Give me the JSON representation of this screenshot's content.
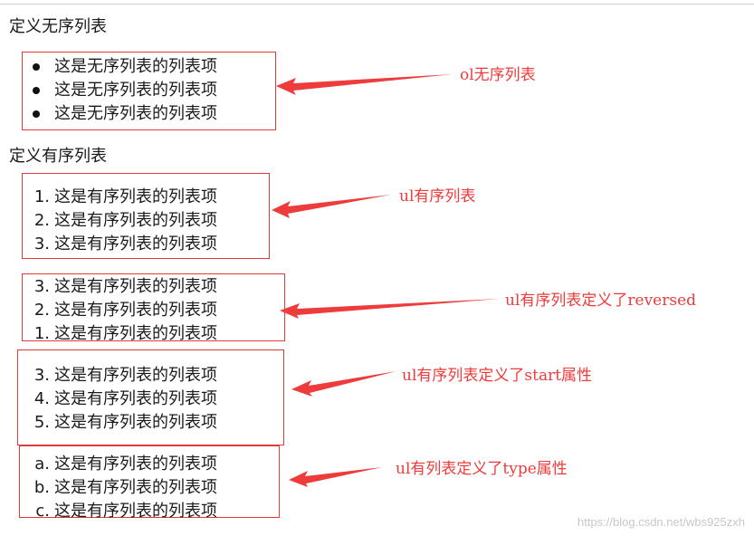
{
  "headings": {
    "unordered": "定义无序列表",
    "ordered": "定义有序列表"
  },
  "lists": [
    {
      "items": [
        {
          "marker": "",
          "text": "这是无序列表的列表项"
        },
        {
          "marker": "",
          "text": "这是无序列表的列表项"
        },
        {
          "marker": "",
          "text": "这是无序列表的列表项"
        }
      ]
    },
    {
      "items": [
        {
          "marker": "1.",
          "text": "这是有序列表的列表项"
        },
        {
          "marker": "2.",
          "text": "这是有序列表的列表项"
        },
        {
          "marker": "3.",
          "text": "这是有序列表的列表项"
        }
      ]
    },
    {
      "items": [
        {
          "marker": "3.",
          "text": "这是有序列表的列表项"
        },
        {
          "marker": "2.",
          "text": "这是有序列表的列表项"
        },
        {
          "marker": "1.",
          "text": "这是有序列表的列表项"
        }
      ]
    },
    {
      "items": [
        {
          "marker": "3.",
          "text": "这是有序列表的列表项"
        },
        {
          "marker": "4.",
          "text": "这是有序列表的列表项"
        },
        {
          "marker": "5.",
          "text": "这是有序列表的列表项"
        }
      ]
    },
    {
      "items": [
        {
          "marker": "a.",
          "text": "这是有序列表的列表项"
        },
        {
          "marker": "b.",
          "text": "这是有序列表的列表项"
        },
        {
          "marker": "c.",
          "text": "这是有序列表的列表项"
        }
      ]
    }
  ],
  "annotations": [
    "ol无序列表",
    "ul有序列表",
    "ul有序列表定义了reversed",
    "ul有序列表定义了start属性",
    "ul有列表定义了type属性"
  ],
  "watermark": "https://blog.csdn.net/wbs925zxh",
  "colors": {
    "annotation_red": "#ee3b3b",
    "box_border": "#e03b3b"
  }
}
